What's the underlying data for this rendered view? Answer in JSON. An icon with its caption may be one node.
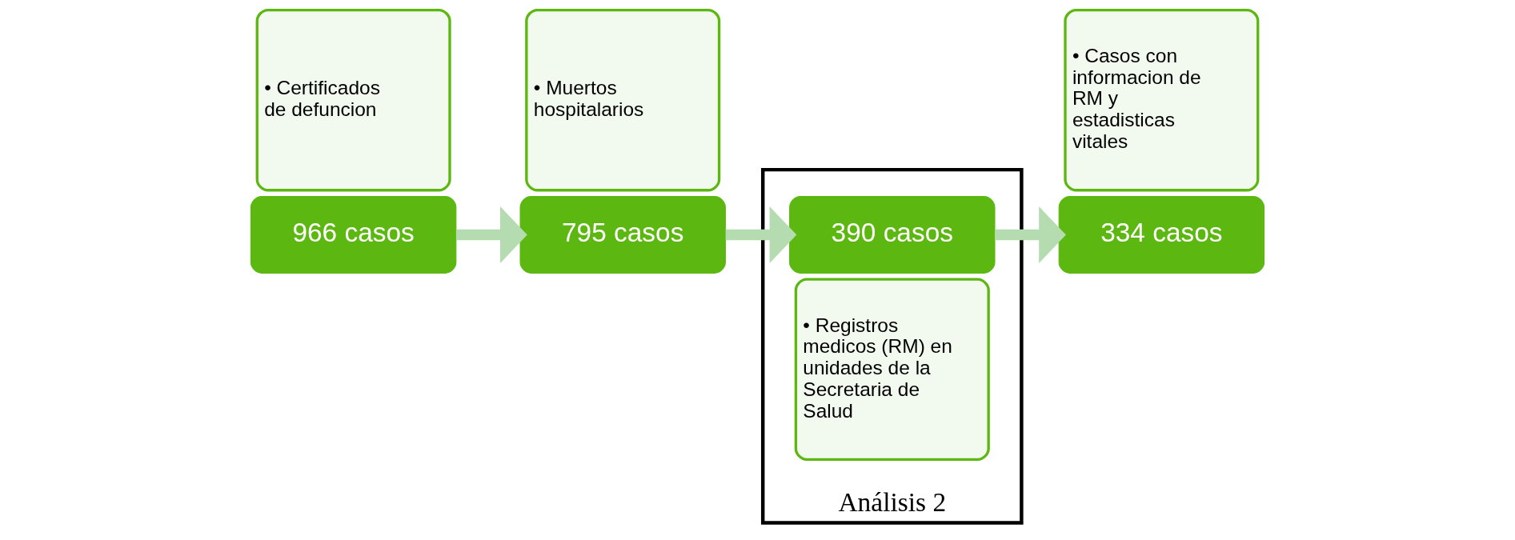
{
  "diagram": {
    "nodes": [
      {
        "text": [
          "966 casos"
        ]
      },
      {
        "text": [
          "• Certificados de defuncion"
        ]
      },
      {
        "text": [
          "795 casos"
        ]
      },
      {
        "text": [
          "• Muertos hospitalarios"
        ]
      },
      {
        "text": [
          "Análisis 2"
        ]
      },
      {
        "text": [
          "390 casos"
        ],
        "in": 4
      },
      {
        "text": [
          "• Registros medicos (RM) en unidades de la Secretaria de Salud"
        ],
        "in": 4
      },
      {
        "text": [
          "334 casos"
        ]
      },
      {
        "text": [
          "• Casos con informacion de RM y estadisticas vitales"
        ]
      }
    ],
    "edges": [
      {
        "from": 0,
        "to": 2,
        "arrow": "to"
      },
      {
        "from": 2,
        "to": 5,
        "arrow": "to"
      },
      {
        "from": 5,
        "to": 7,
        "arrow": "to"
      }
    ]
  }
}
